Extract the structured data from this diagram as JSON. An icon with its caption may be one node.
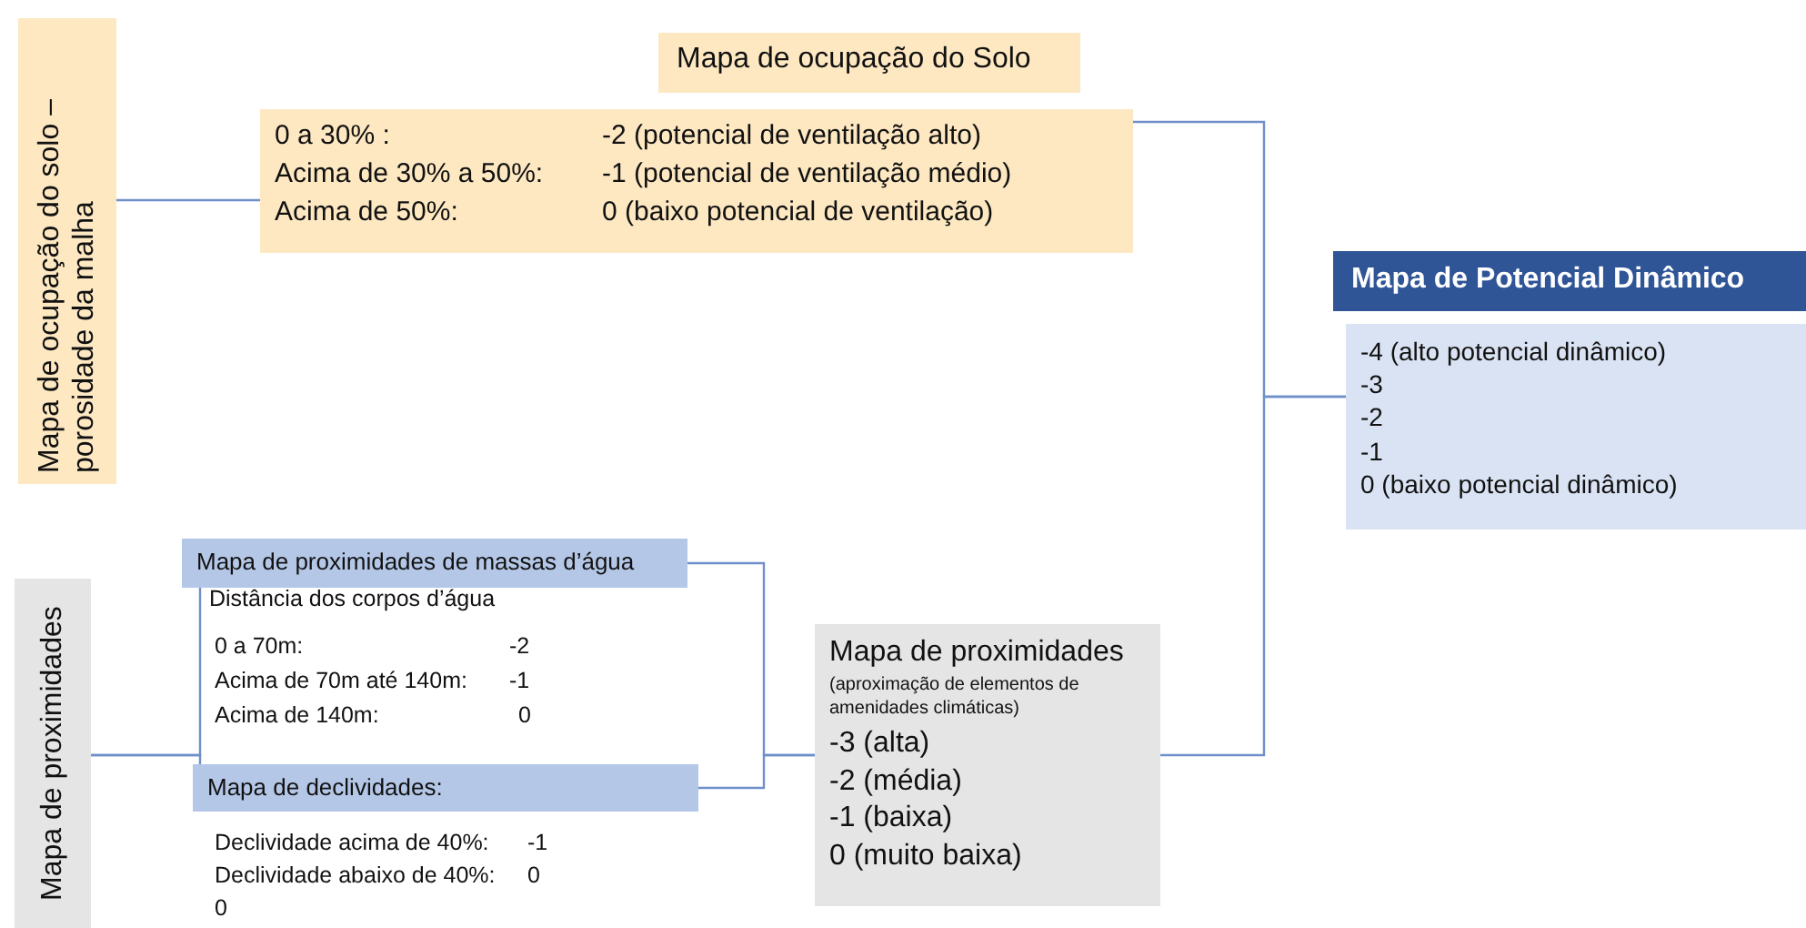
{
  "diagram": {
    "nodes": [
      {
        "text": [
          "Mapa de ocupação do solo – porosidade da malha"
        ]
      },
      {
        "text": [
          "Mapa de ocupação do Solo"
        ]
      },
      {
        "text": [
          "0 a 30% :",
          "-2 (potencial de ventilação alto)",
          "Acima de 30% a 50%:",
          "-1 (potencial de ventilação médio)",
          "Acima de 50%:",
          "0 (baixo potencial de ventilação)"
        ]
      },
      {
        "text": [
          "Mapa de Potencial Dinâmico"
        ]
      },
      {
        "text": [
          "-4 (alto potencial dinâmico)",
          "-3",
          "-2",
          "-1",
          "0 (baixo potencial dinâmico)"
        ]
      },
      {
        "text": [
          "Mapa de proximidades"
        ]
      },
      {
        "text": [
          "Mapa de proximidades de massas d’água"
        ]
      },
      {
        "text": [
          "Mapa de declividades:"
        ]
      },
      {
        "text": [
          "Mapa de proximidades",
          "(aproximação de elementos de amenidades climáticas)",
          "-3 (alta)",
          "-2 (média)",
          "-1 (baixa)",
          "0 (muito baixa)"
        ]
      }
    ],
    "edges": [
      {
        "from": 0,
        "to": 2,
        "arrow": "none"
      },
      {
        "from": 5,
        "to": 6,
        "arrow": "none"
      },
      {
        "from": 5,
        "to": 7,
        "arrow": "none"
      },
      {
        "from": 6,
        "to": 8,
        "arrow": "none"
      },
      {
        "from": 7,
        "to": 8,
        "arrow": "none"
      },
      {
        "from": 2,
        "to": 4,
        "arrow": "none"
      },
      {
        "from": 8,
        "to": 4,
        "arrow": "none"
      }
    ],
    "labels": [
      "Distância dos corpos d’água",
      "0 a 70m:",
      "-2",
      "Acima de 70m até 140m:",
      "-1",
      "Acima de 140m:",
      "0",
      "Declividade acima de 40%:",
      "-1",
      "Declividade abaixo de 40%:",
      "0",
      "0"
    ]
  }
}
